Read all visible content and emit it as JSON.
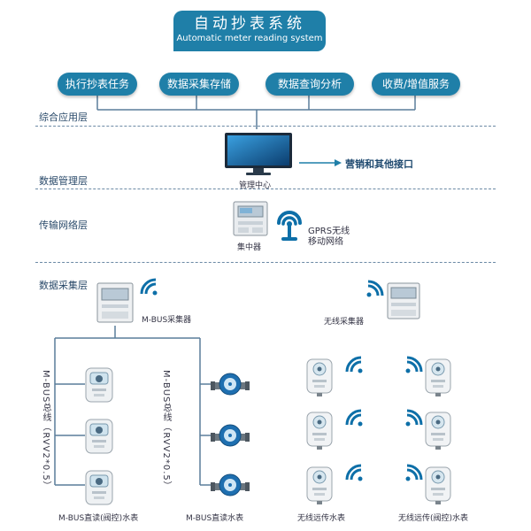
{
  "title": {
    "cn": "自动抄表系统",
    "en": "Automatic meter reading system"
  },
  "services": [
    "执行抄表任务",
    "数据采集存储",
    "数据查询分析",
    "收费/增值服务"
  ],
  "layers": {
    "application": "综合应用层",
    "management": "数据管理层",
    "transport": "传输网络层",
    "collection": "数据采集层"
  },
  "management": {
    "center": "管理中心",
    "interface": "营销和其他接口"
  },
  "transport": {
    "concentrator": "集中器",
    "gprs_line1": "GPRS无线",
    "gprs_line2": "移动网络"
  },
  "collectors": {
    "mbus": "M-BUS采集器",
    "wireless": "无线采集器"
  },
  "bus_labels": {
    "left": "M-BUS总线（RVV2*0.5）",
    "right": "M-BUS总线（RVV2*0.5）"
  },
  "meter_groups": [
    "M-BUS直读(阀控)水表",
    "M-BUS直读水表",
    "无线远传水表",
    "无线远传(阀控)水表"
  ],
  "colors": {
    "accent": "#1f7fa8",
    "wifi": "#0d6fa8",
    "line": "#5a7d9a"
  }
}
